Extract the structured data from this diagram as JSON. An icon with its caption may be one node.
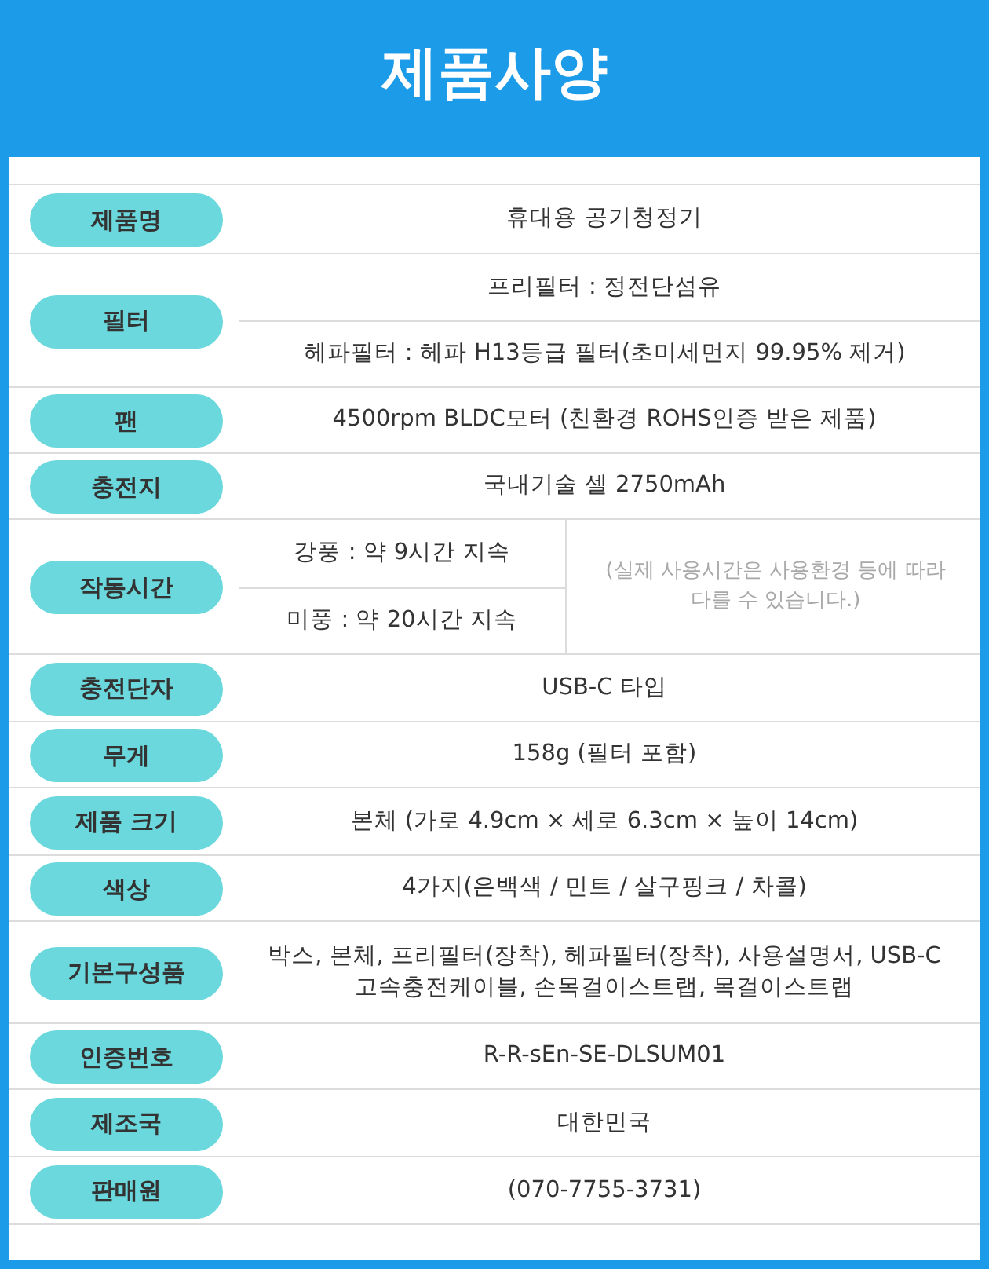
{
  "diagram": {
    "title": "제품사양",
    "labels": [
      "제품명",
      "휴대용 공기청정기",
      "필터",
      "프리필터 : 정전단섬유",
      "헤파필터 : 헤파 H13등급 필터(초미세먼지 99.95% 제거)",
      "팬",
      "4500rpm BLDC모터 (친환경 ROHS인증 받은 제품)",
      "충전지",
      "국내기술 셀 2750mAh",
      "작동시간",
      "강풍 : 약 9시간 지속",
      "(실제 사용시간은 사용환경 등에 따라 다를 수 있습니다.)",
      "미풍 : 약 20시간 지속",
      "충전단자",
      "USB-C 타입",
      "무게",
      "158g (필터 포함)",
      "제품 크기",
      "본체 (가로 4.9cm × 세로 6.3cm × 높이 14cm)",
      "색상",
      "4가지(은백색 / 민트 / 살구핑크 / 차콜)",
      "기본구성품",
      "박스, 본체, 프리필터(장착), 헤파필터(장착), 사용설명서, USB-C고속충전케이블, 손목걸이스트랩, 목걸이스트랩",
      "인증번호",
      "R-R-sEn-SE-DLSUM01",
      "제조국",
      "대한민국",
      "판매원",
      "(070-7755-3731)"
    ]
  }
}
